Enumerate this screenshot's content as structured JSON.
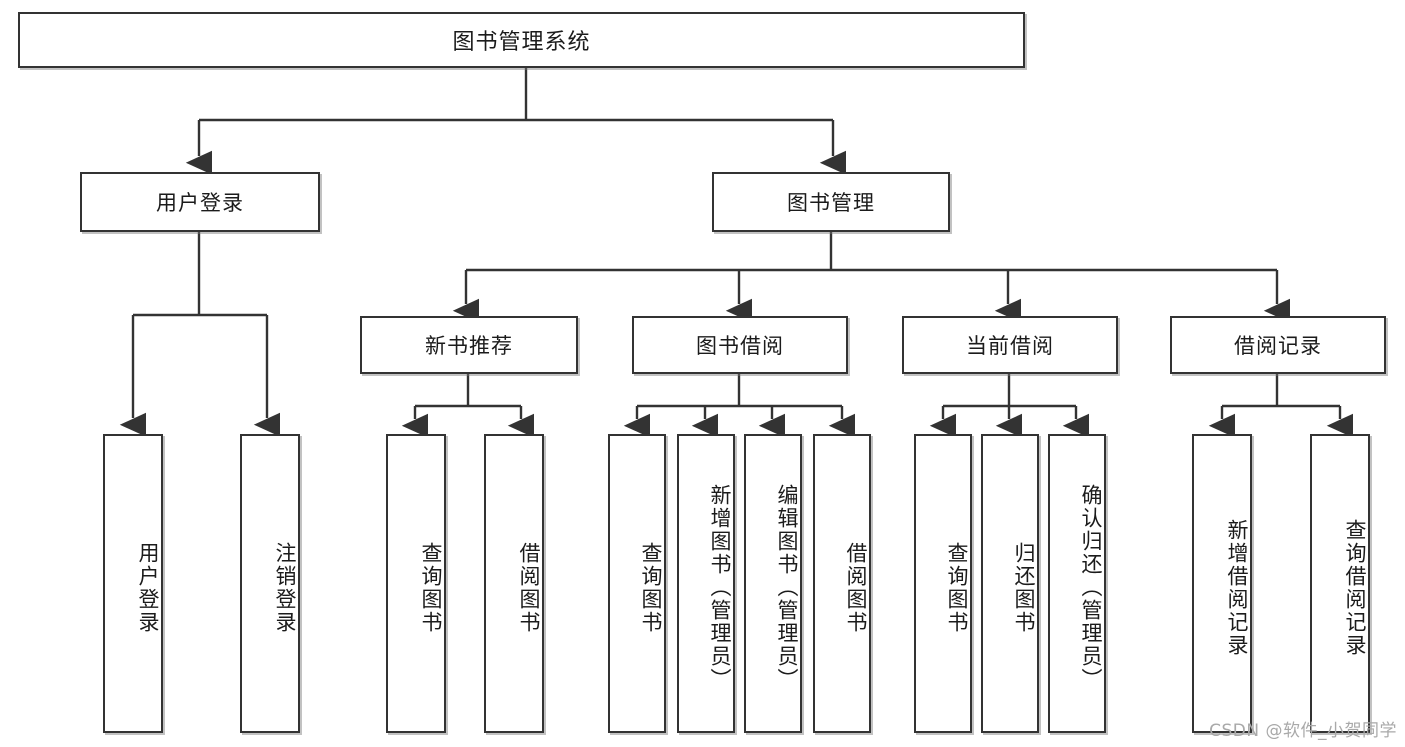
{
  "diagram": {
    "title": "图书管理系统",
    "type": "hierarchy-tree",
    "watermark": "CSDN @软件_小贺同学",
    "colors": {
      "background": "#ffffff",
      "box_border": "#333333",
      "box_fill": "#ffffff",
      "connector": "#333333",
      "text": "#1b1b1b",
      "watermark": "#a9a9a9"
    },
    "nodes": {
      "root": {
        "label": "图书管理系统",
        "level": 0,
        "orientation": "horizontal"
      },
      "user_login": {
        "label": "用户登录",
        "level": 1,
        "orientation": "horizontal"
      },
      "book_manage": {
        "label": "图书管理",
        "level": 1,
        "orientation": "horizontal"
      },
      "new_book_rec": {
        "label": "新书推荐",
        "level": 2,
        "orientation": "horizontal"
      },
      "book_borrow": {
        "label": "图书借阅",
        "level": 2,
        "orientation": "horizontal"
      },
      "current_borrow": {
        "label": "当前借阅",
        "level": 2,
        "orientation": "horizontal"
      },
      "borrow_record": {
        "label": "借阅记录",
        "level": 2,
        "orientation": "horizontal"
      },
      "leaf_user_login": {
        "label": "用户登录",
        "level": 3,
        "orientation": "vertical"
      },
      "leaf_user_logout": {
        "label": "注销登录",
        "level": 3,
        "orientation": "vertical"
      },
      "leaf_query_book_1": {
        "label": "查询图书",
        "level": 3,
        "orientation": "vertical"
      },
      "leaf_borrow_book_1": {
        "label": "借阅图书",
        "level": 3,
        "orientation": "vertical"
      },
      "leaf_query_book_2": {
        "label": "查询图书",
        "level": 3,
        "orientation": "vertical"
      },
      "leaf_add_book": {
        "label": "新增图书（管理员）",
        "level": 3,
        "orientation": "vertical"
      },
      "leaf_edit_book": {
        "label": "编辑图书（管理员）",
        "level": 3,
        "orientation": "vertical"
      },
      "leaf_borrow_book_2": {
        "label": "借阅图书",
        "level": 3,
        "orientation": "vertical"
      },
      "leaf_query_book_3": {
        "label": "查询图书",
        "level": 3,
        "orientation": "vertical"
      },
      "leaf_return_book": {
        "label": "归还图书",
        "level": 3,
        "orientation": "vertical"
      },
      "leaf_confirm_return": {
        "label": "确认归还（管理员）",
        "level": 3,
        "orientation": "vertical"
      },
      "leaf_add_record": {
        "label": "新增借阅记录",
        "level": 3,
        "orientation": "vertical"
      },
      "leaf_query_record": {
        "label": "查询借阅记录",
        "level": 3,
        "orientation": "vertical"
      }
    },
    "edges": [
      {
        "from": "root",
        "to": "user_login"
      },
      {
        "from": "root",
        "to": "book_manage"
      },
      {
        "from": "user_login",
        "to": "leaf_user_login"
      },
      {
        "from": "user_login",
        "to": "leaf_user_logout"
      },
      {
        "from": "book_manage",
        "to": "new_book_rec"
      },
      {
        "from": "book_manage",
        "to": "book_borrow"
      },
      {
        "from": "book_manage",
        "to": "current_borrow"
      },
      {
        "from": "book_manage",
        "to": "borrow_record"
      },
      {
        "from": "new_book_rec",
        "to": "leaf_query_book_1"
      },
      {
        "from": "new_book_rec",
        "to": "leaf_borrow_book_1"
      },
      {
        "from": "book_borrow",
        "to": "leaf_query_book_2"
      },
      {
        "from": "book_borrow",
        "to": "leaf_add_book"
      },
      {
        "from": "book_borrow",
        "to": "leaf_edit_book"
      },
      {
        "from": "book_borrow",
        "to": "leaf_borrow_book_2"
      },
      {
        "from": "current_borrow",
        "to": "leaf_query_book_3"
      },
      {
        "from": "current_borrow",
        "to": "leaf_return_book"
      },
      {
        "from": "current_borrow",
        "to": "leaf_confirm_return"
      },
      {
        "from": "borrow_record",
        "to": "leaf_add_record"
      },
      {
        "from": "borrow_record",
        "to": "leaf_query_record"
      }
    ]
  }
}
